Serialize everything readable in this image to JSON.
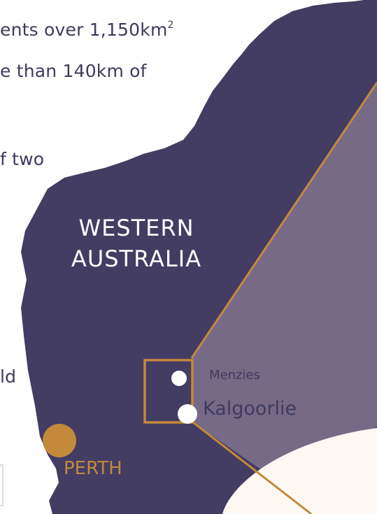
{
  "text": {
    "line1_main": "ents over 1,150km",
    "line1_sup": "2",
    "line2": "e than 140km of",
    "line3": "f two",
    "line4": "ld"
  },
  "map": {
    "region": "WESTERN AUSTRALIA",
    "places": {
      "menzies": "Menzies",
      "kalgoorlie": "Kalgoorlie",
      "perth": "PERTH"
    },
    "icons": {
      "town_marker": "circle-dot-icon",
      "city_marker": "large-circle-icon",
      "inset": "square-outline-icon"
    }
  },
  "colors": {
    "land": "#433c63",
    "inset_shade": "#766a87",
    "accent": "#c28a3a",
    "inset_background": "#fdf8f2",
    "text": "#3f3a5e"
  }
}
